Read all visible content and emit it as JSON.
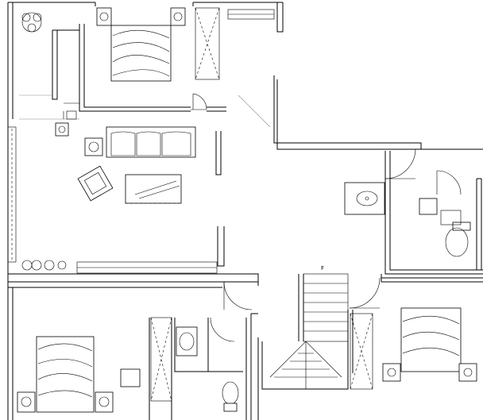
{
  "drawing": {
    "type": "floor-plan",
    "annotations": [
      {
        "id": "stair-up-mark",
        "text": "F"
      }
    ]
  }
}
